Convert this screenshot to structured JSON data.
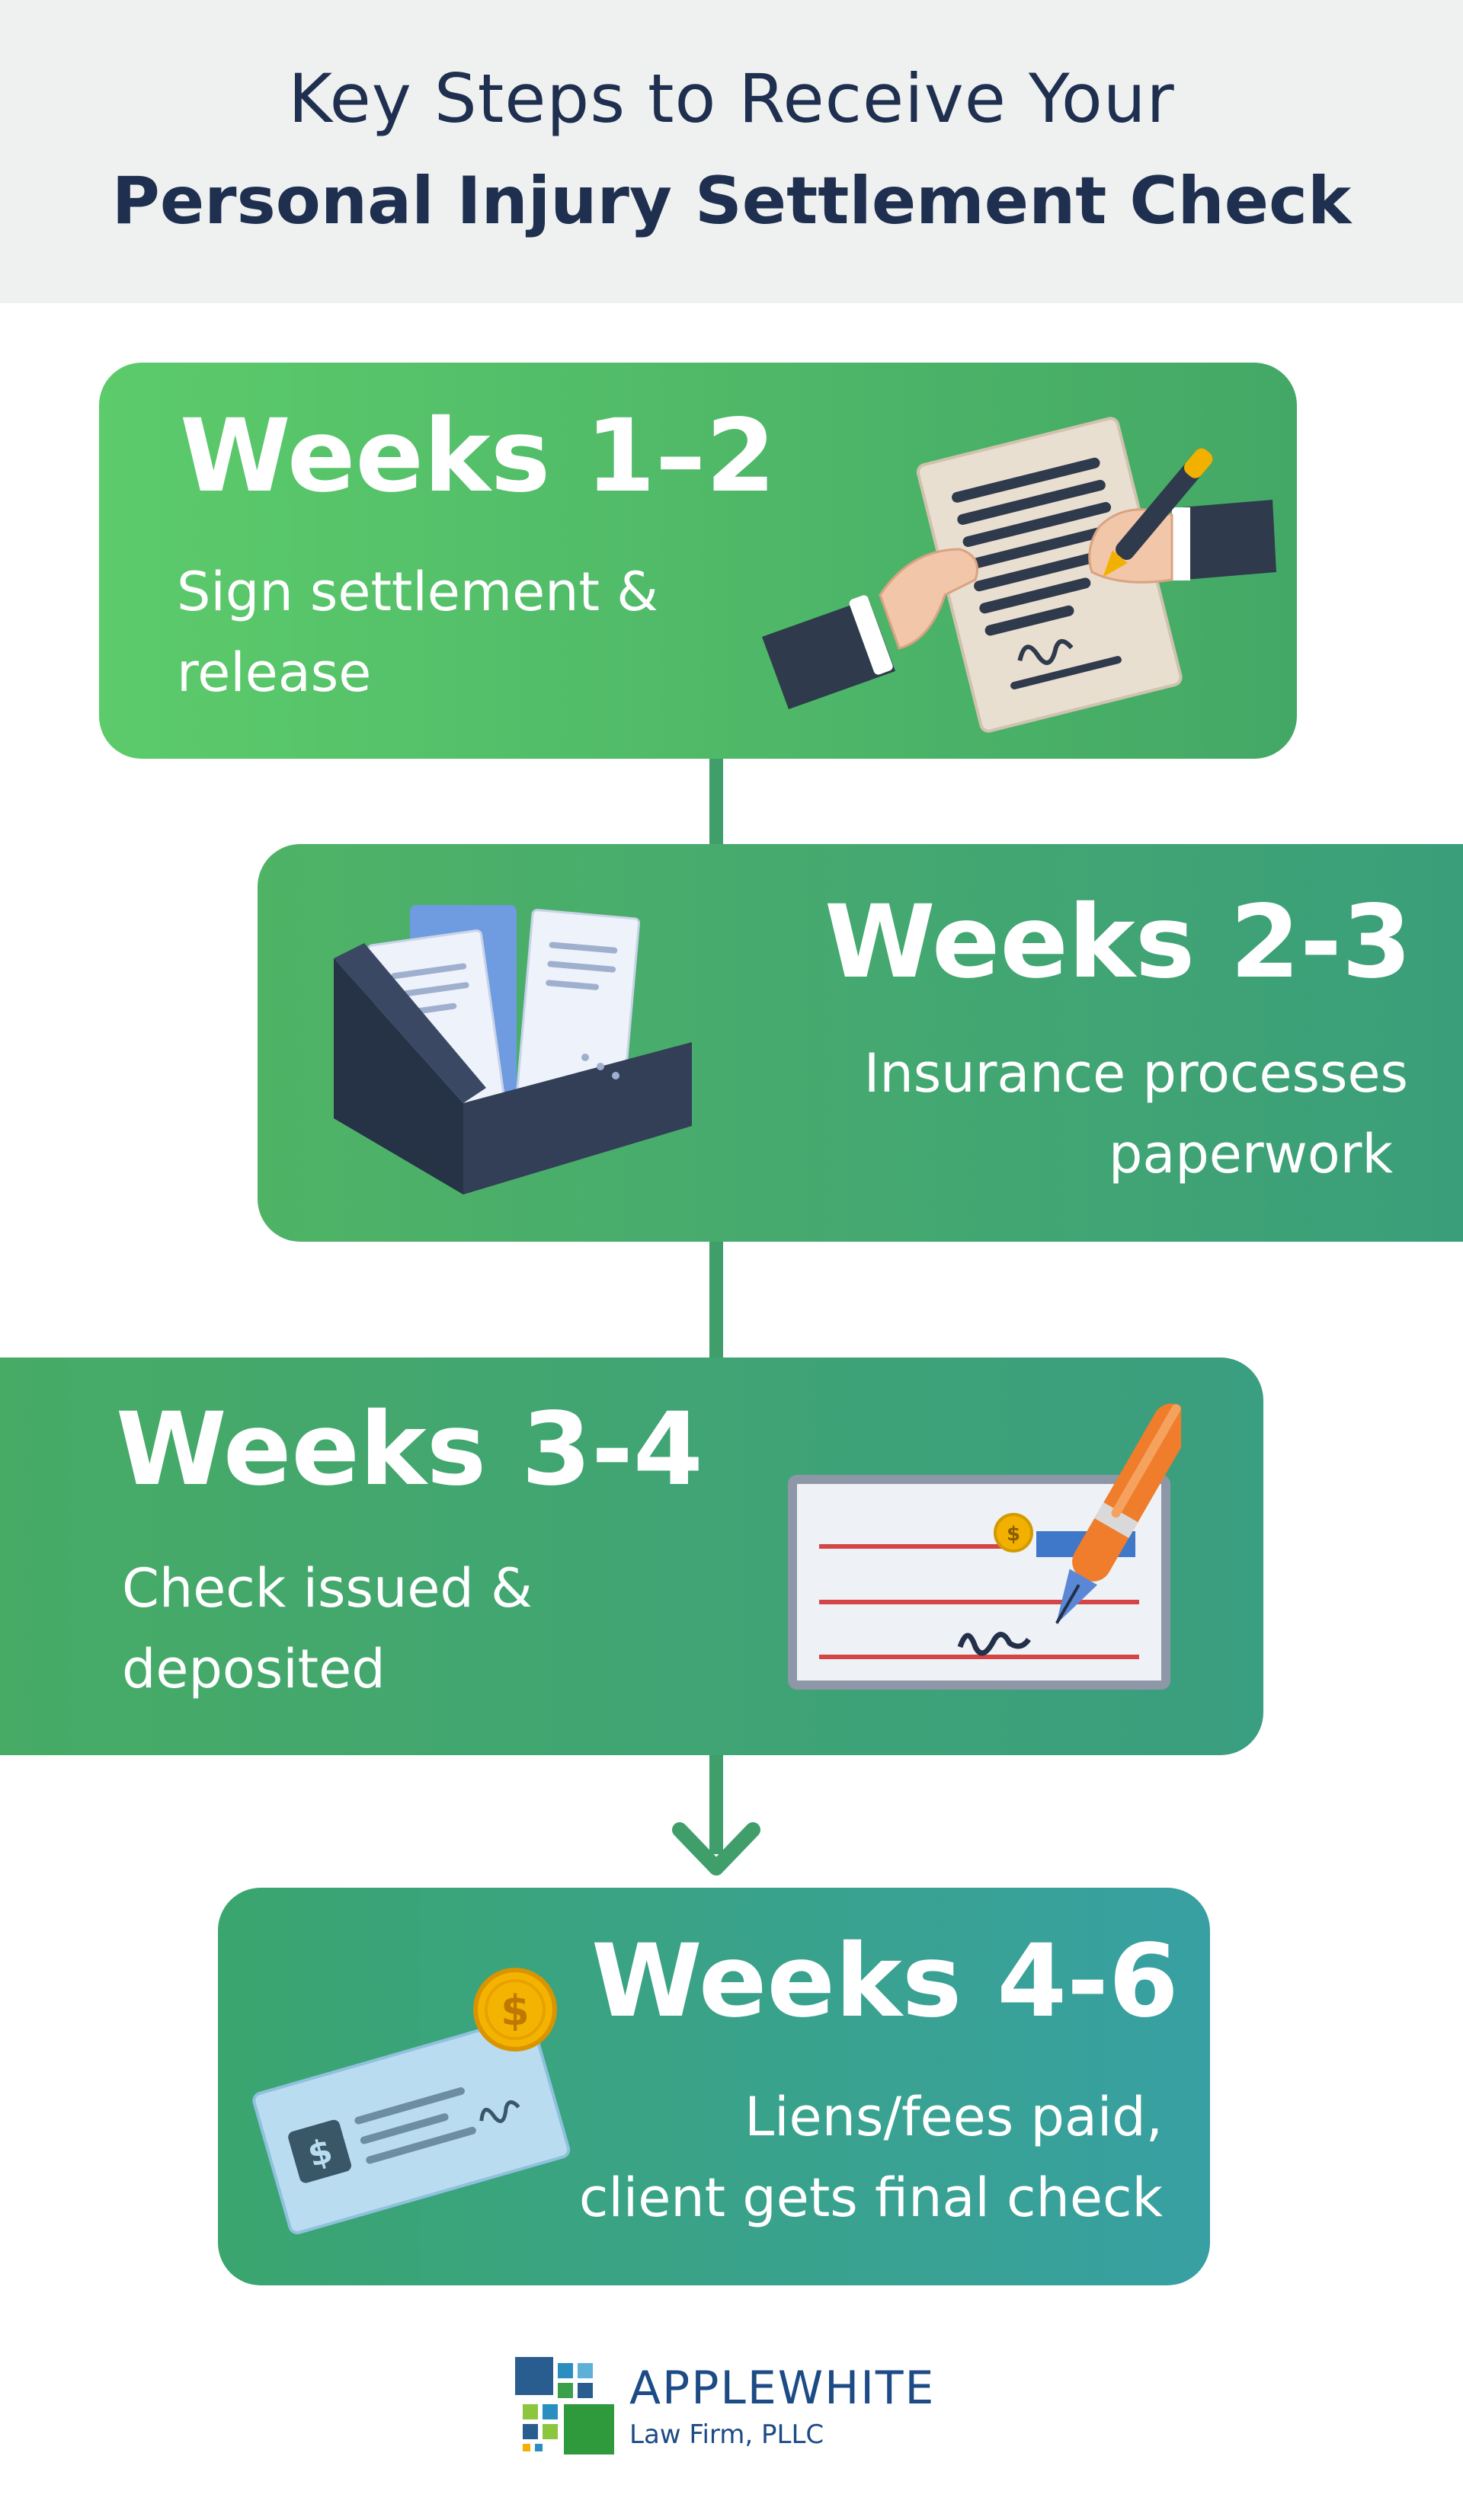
{
  "header": {
    "title_line1": "Key Steps to Receive Your",
    "title_line2": "Personal Injury Settlement Check"
  },
  "steps": [
    {
      "week": "Weeks 1–2",
      "desc_line1": "Sign settlement &",
      "desc_line2": "release",
      "icon": "signing-document-icon"
    },
    {
      "week": "Weeks 2-3",
      "desc_line1": "Insurance processes",
      "desc_line2": "paperwork",
      "icon": "file-organizer-icon"
    },
    {
      "week": "Weeks 3-4",
      "desc_line1": "Check issued &",
      "desc_line2": "deposited",
      "icon": "check-and-pen-icon"
    },
    {
      "week": "Weeks 4-6",
      "desc_line1": "Liens/fees paid,",
      "desc_line2": "client gets final check",
      "icon": "check-with-coin-icon"
    }
  ],
  "footer": {
    "brand": "APPLEWHITE",
    "firm": "Law Firm, PLLC"
  },
  "colors": {
    "title": "#1f2f4f",
    "connector": "#3f9e6a",
    "brand": "#1c4b86"
  }
}
